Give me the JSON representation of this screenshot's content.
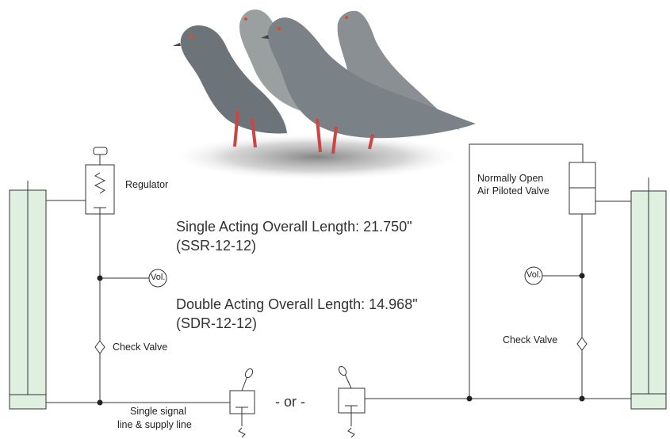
{
  "labels": {
    "regulator": "Regulator",
    "normally_open_line1": "Normally Open",
    "normally_open_line2": "Air Piloted Valve",
    "vol_left": "Vol.",
    "vol_right": "Vol.",
    "check_valve_left": "Check Valve",
    "check_valve_right": "Check Valve",
    "single_signal_line1": "Single signal",
    "single_signal_line2": "line & supply line",
    "or_separator": "- or -"
  },
  "specs": {
    "single_title": "Single Acting Overall Length:  21.750\"",
    "single_model": "(SSR-12-12)",
    "double_title": "Double Acting Overall Length:  14.968\"",
    "double_model": "(SDR-12-12)"
  },
  "image": {
    "subject": "pigeons-illustration"
  },
  "colors": {
    "cylinder_fill": "#dff0e0",
    "line": "#333333",
    "pigeon_body": "#6d7479"
  }
}
